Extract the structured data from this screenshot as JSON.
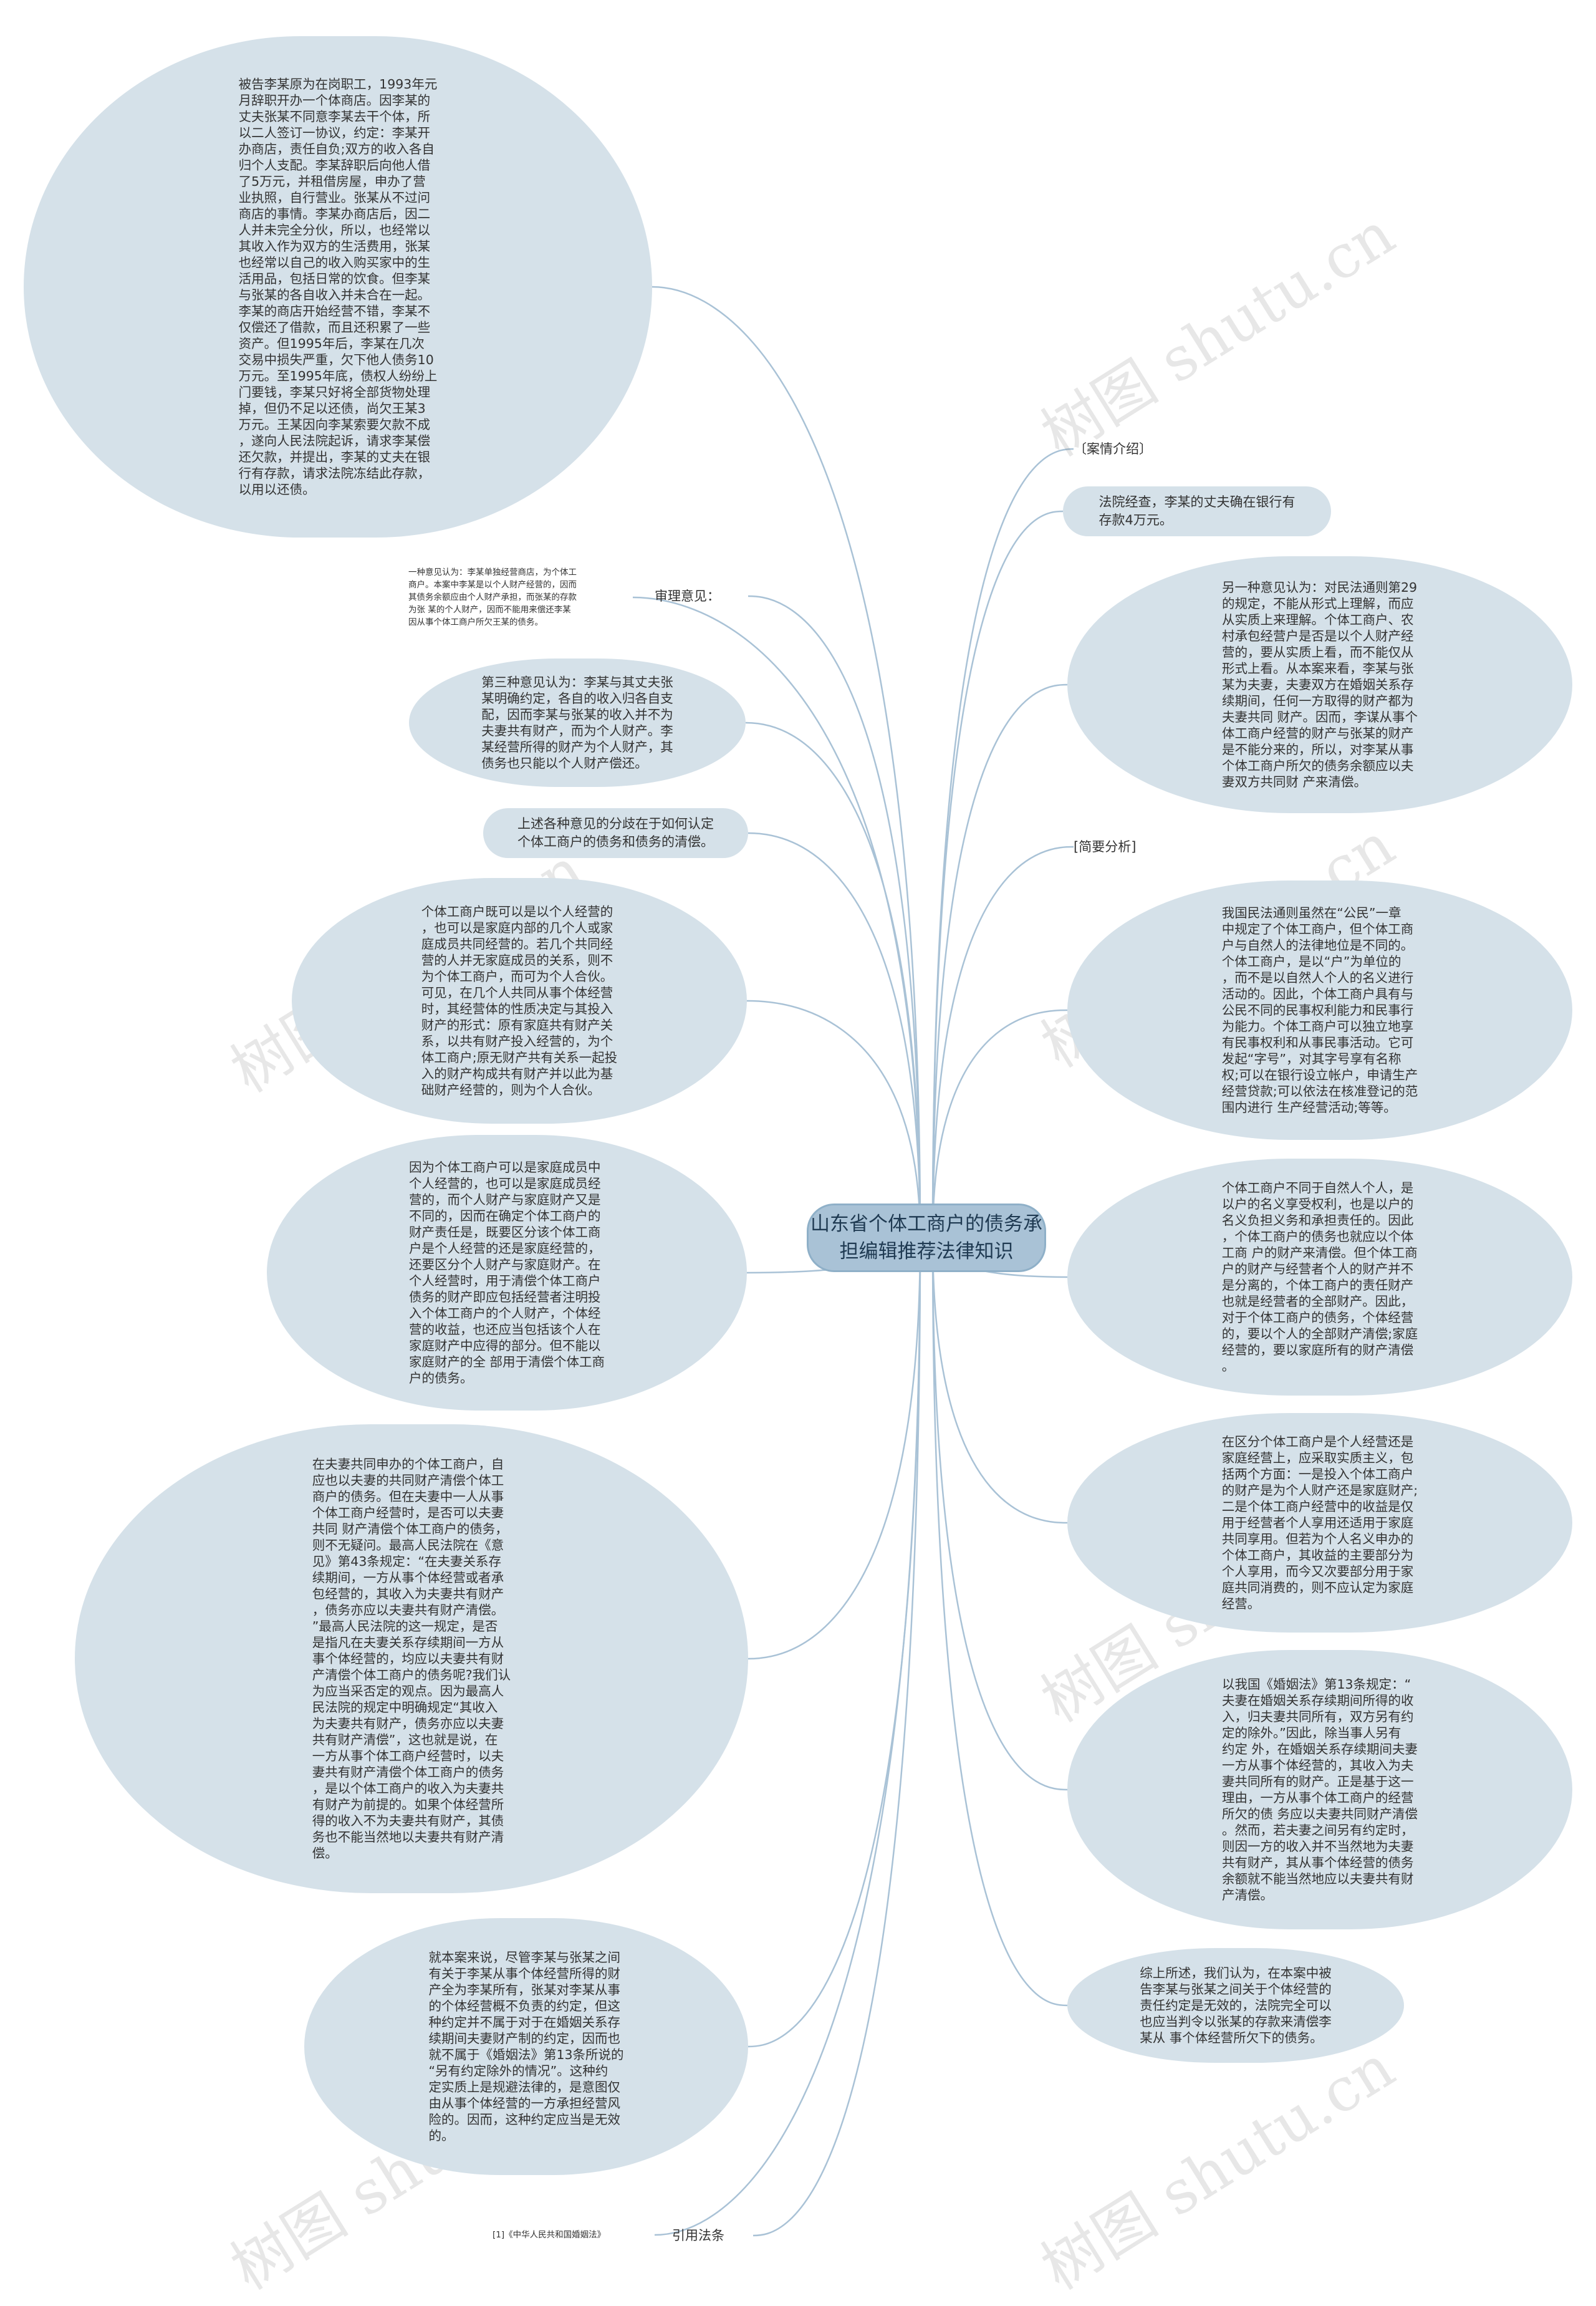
{
  "center": {
    "title": "山东省个体工商户的债务承担编辑推荐法律知识"
  },
  "watermark": "树图 shutu.cn",
  "left": {
    "facts": "被告李某原为在岗职工，1993年元\n月辞职开办一个体商店。因李某的\n丈夫张某不同意李某去干个体，所\n以二人签订一协议，约定：李某开\n办商店，责任自负;双方的收入各自\n归个人支配。李某辞职后向他人借\n了5万元，并租借房屋，申办了营\n业执照，自行营业。张某从不过问\n商店的事情。李某办商店后，因二\n人并未完全分伙，所以，也经常以\n其收入作为双方的生活费用，张某\n也经常以自己的收入购买家中的生\n活用品，包括日常的饮食。但李某\n与张某的各自收入并未合在一起。\n李某的商店开始经营不错，李某不\n仅偿还了借款，而且还积累了一些\n资产。但1995年后，李某在几次\n交易中损失严重，欠下他人债务10\n万元。至1995年底，债权人纷纷上\n门要钱，李某只好将全部货物处理\n掉，但仍不足以还债，尚欠王某3\n万元。王某因向李某索要欠款不成\n，遂向人民法院起诉，请求李某偿\n还欠款，并提出，李某的丈夫在银\n行有存款，请求法院冻结此存款，\n以用以还债。",
    "opinion_one": "一种意见认为：李某单独经营商店，为个体工\n商户。本案中李某是以个人财产经营的，因而\n其债务余额应由个人财产承担，而张某的存款\n为张 某的个人财产，因而不能用来偿还李某\n因从事个体工商户所欠王某的债务。",
    "review_label": "审理意见：",
    "opinion_three": "第三种意见认为：李某与其丈夫张\n某明确约定，各自的收入归各自支\n配，因而李某与张某的收入并不为\n夫妻共有财产，而为个人财产。李\n某经营所得的财产为个人财产，其\n债务也只能以个人财产偿还。",
    "divergence": "上述各种意见的分歧在于如何认定\n个体工商户的债务和债务的清偿。",
    "household": "个体工商户既可以是以个人经营的\n，也可以是家庭内部的几个人或家\n庭成员共同经营的。若几个共同经\n营的人并无家庭成员的关系，则不\n为个体工商户，而可为个人合伙。\n可见，在几个人共同从事个体经营\n时，其经营体的性质决定与其投入\n财产的形式：原有家庭共有财产关\n系，以共有财产投入经营的，为个\n体工商户;原无财产共有关系一起投\n入的财产构成共有财产并以此为基\n础财产经营的，则为个人合伙。",
    "distinguish": "因为个体工商户可以是家庭成员中\n个人经营的，也可以是家庭成员经\n营的，而个人财产与家庭财产又是\n不同的，因而在确定个体工商户的\n财产责任是，既要区分该个体工商\n户是个人经营的还是家庭经营的，\n还要区分个人财产与家庭财产。在\n个人经营时，用于清偿个体工商户\n债务的财产即应包括经营者注明投\n入个体工商户的个人财产，个体经\n营的收益，也还应当包括该个人在\n家庭财产中应得的部分。但不能以\n家庭财产的全 部用于清偿个体工商\n户的债务。",
    "spouse": "在夫妻共同申办的个体工商户，自\n应也以夫妻的共同财产清偿个体工\n商户的债务。但在夫妻中一人从事\n个体工商户经营时，是否可以夫妻\n共同 财产清偿个体工商户的债务，\n则不无疑问。最高人民法院在《意\n见》第43条规定：“在夫妻关系存\n续期间，一方从事个体经营或者承\n包经营的，其收入为夫妻共有财产\n，债务亦应以夫妻共有财产清偿。\n”最高人民法院的这一规定，是否\n是指凡在夫妻关系存续期间一方从\n事个体经营的，均应以夫妻共有财\n产清偿个体工商户的债务呢?我们认\n为应当采否定的观点。因为最高人\n民法院的规定中明确规定“其收入\n为夫妻共有财产，债务亦应以夫妻\n共有财产清偿”，这也就是说，在\n一方从事个体工商户经营时，以夫\n妻共有财产清偿个体工商户的债务\n，是以个体工商户的收入为夫妻共\n有财产为前提的。如果个体经营所\n得的收入不为夫妻共有财产，其债\n务也不能当然地以夫妻共有财产清\n偿。",
    "this_case": "就本案来说，尽管李某与张某之间\n有关于李某从事个体经营所得的财\n产全为李某所有，张某对李某从事\n的个体经营概不负责的约定，但这\n种约定并不属于对于在婚姻关系存\n续期间夫妻财产制的约定，因而也\n就不属于《婚姻法》第13条所说的\n“另有约定除外的情况”。这种约\n定实质上是规避法律的，是意图仅\n由从事个体经营的一方承担经营风\n险的。因而，这种约定应当是无效\n的。",
    "law_ref": "[1]《中华人民共和国婚姻法》",
    "law_label": "引用法条"
  },
  "right": {
    "case_label": "〔案情介绍〕",
    "finding": "法院经查，李某的丈夫确在银行有\n存款4万元。",
    "opinion_two": "另一种意见认为：对民法通则第29\n的规定，不能从形式上理解，而应\n从实质上来理解。个体工商户、农\n村承包经营户是否是以个人财产经\n营的，要从实质上看，而不能仅从\n形式上看。从本案来看，李某与张\n某为夫妻，夫妻双方在婚姻关系存\n续期间，任何一方取得的财产都为\n夫妻共同 财产。因而，李谋从事个\n体工商户经营的财产与张某的财产\n是不能分来的，所以，对李某从事\n个体工商户所欠的债务余额应以夫\n妻双方共同财 产来清偿。",
    "analysis_label": "[简要分析]",
    "civil_law": "我国民法通则虽然在“公民”一章\n中规定了个体工商户，但个体工商\n户与自然人的法律地位是不同的。\n个体工商户，是以“户”为单位的\n，而不是以自然人个人的名义进行\n活动的。因此，个体工商户具有与\n公民不同的民事权利能力和民事行\n为能力。个体工商户可以独立地享\n有民事权利和从事民事活动。它可\n发起“字号”，对其字号享有名称\n权;可以在银行设立帐户，申请生产\n经营贷款;可以依法在核准登记的范\n围内进行 生产经营活动;等等。",
    "not_person": "个体工商户不同于自然人个人，是\n以户的名义享受权利，也是以户的\n名义负担义务和承担责任的。因此\n，个体工商户的债务也就应以个体\n工商 户的财产来清偿。但个体工商\n户的财产与经营者个人的财产并不\n是分离的，个体工商户的责任财产\n也就是经营者的全部财产。因此，\n对于个体工商户的债务，个体经营\n的，要以个人的全部财产清偿;家庭\n经营的，要以家庭所有的财产清偿\n。",
    "substance": "在区分个体工商户是个人经营还是\n家庭经营上，应采取实质主义，包\n括两个方面：一是投入个体工商户\n的财产是为个人财产还是家庭财产;\n二是个体工商户经营中的收益是仅\n用于经营者个人享用还适用于家庭\n共同享用。但若为个人名义申办的\n个体工商户，其收益的主要部分为\n个人享用，而今又次要部分用于家\n庭共同消费的，则不应认定为家庭\n经营。",
    "marriage_law": "以我国《婚姻法》第13条规定：“\n夫妻在婚姻关系存续期间所得的收\n入，归夫妻共同所有，双方另有约\n定的除外。”因此，除当事人另有\n约定 外，在婚姻关系存续期间夫妻\n一方从事个体经营的，其收入为夫\n妻共同所有的财产。正是基于这一\n理由，一方从事个体工商户的经营\n所欠的债 务应以夫妻共同财产清偿\n。然而，若夫妻之间另有约定时，\n则因一方的收入并不当然地为夫妻\n共有财产，其从事个体经营的债务\n余额就不能当然地应以夫妻共有财\n产清偿。",
    "conclusion": "综上所述，我们认为，在本案中被\n告李某与张某之间关于个体经营的\n责任约定是无效的，法院完全可以\n也应当判令以张某的存款来清偿李\n某从 事个体经营所欠下的债务。"
  }
}
